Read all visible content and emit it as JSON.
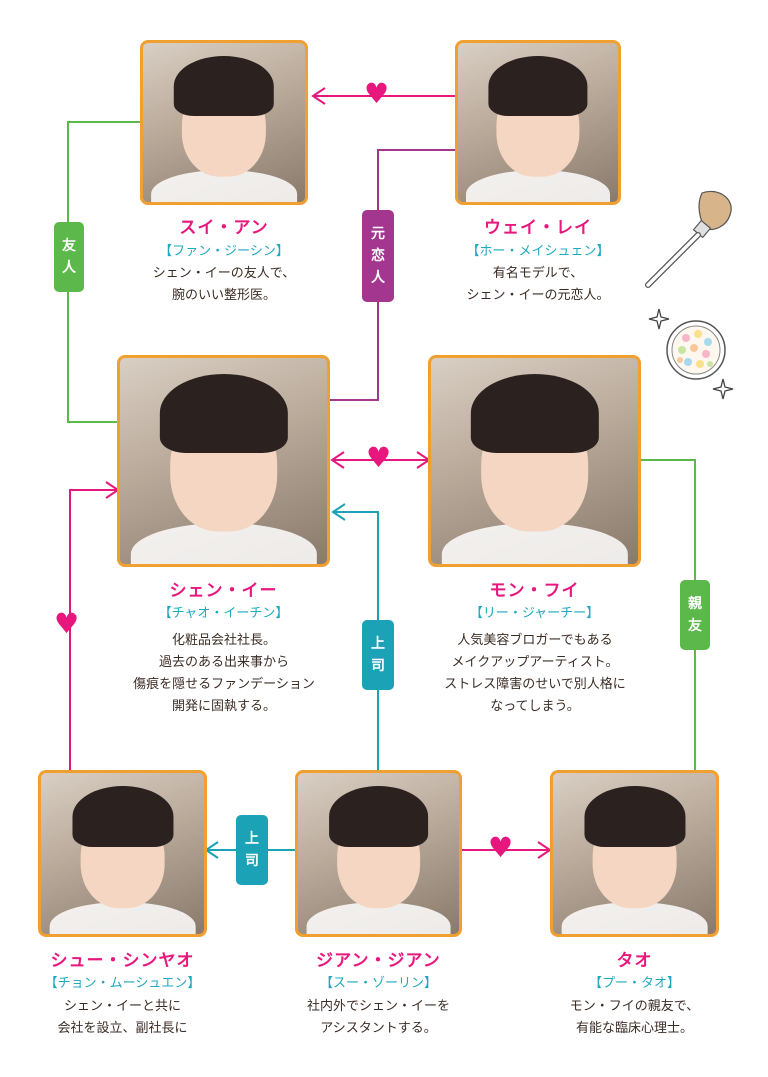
{
  "characters": {
    "sui_an": {
      "name": "スイ・アン",
      "actor": "【ファン・ジーシン】",
      "desc": [
        "シェン・イーの友人で、",
        "腕のいい整形医。"
      ]
    },
    "wei_lei": {
      "name": "ウェイ・レイ",
      "actor": "【ホー・メイシュェン】",
      "desc": [
        "有名モデルで、",
        "シェン・イーの元恋人。"
      ]
    },
    "shen_yi": {
      "name": "シェン・イー",
      "actor": "【チャオ・イーチン】",
      "desc": [
        "化粧品会社社長。",
        "過去のある出来事から",
        "傷痕を隠せるファンデーション",
        "開発に固執する。"
      ]
    },
    "meng_fei": {
      "name": "モン・フイ",
      "actor": "【リー・ジャーチー】",
      "desc": [
        "人気美容ブロガーでもある",
        "メイクアップアーティスト。",
        "ストレス障害のせいで別人格に",
        "なってしまう。"
      ]
    },
    "xu_xinyao": {
      "name": "シュー・シンヤオ",
      "actor": "【チョン・ムーシュエン】",
      "desc": [
        "シェン・イーと共に",
        "会社を設立、副社長に"
      ]
    },
    "jiang_jiang": {
      "name": "ジアン・ジアン",
      "actor": "【スー・ゾーリン】",
      "desc": [
        "社内外でシェン・イーを",
        "アシスタントする。"
      ]
    },
    "tao": {
      "name": "タオ",
      "actor": "【プー・タオ】",
      "desc": [
        "モン・フイの親友で、",
        "有能な臨床心理士。"
      ]
    }
  },
  "relations": {
    "friend": [
      "友",
      "人"
    ],
    "ex_lover": [
      "元",
      "恋",
      "人"
    ],
    "best_friend": [
      "親",
      "友"
    ],
    "boss_1": [
      "上",
      "司"
    ],
    "boss_2": [
      "上",
      "司"
    ]
  },
  "colors": {
    "pink": "#e8177e",
    "green": "#5cb84a",
    "purple": "#a3368f",
    "teal": "#1ba2b7",
    "frame": "#f0a030"
  },
  "icons": [
    "heart-icon",
    "makeup-brush-icon",
    "powder-compact-icon",
    "sparkle-icon"
  ]
}
